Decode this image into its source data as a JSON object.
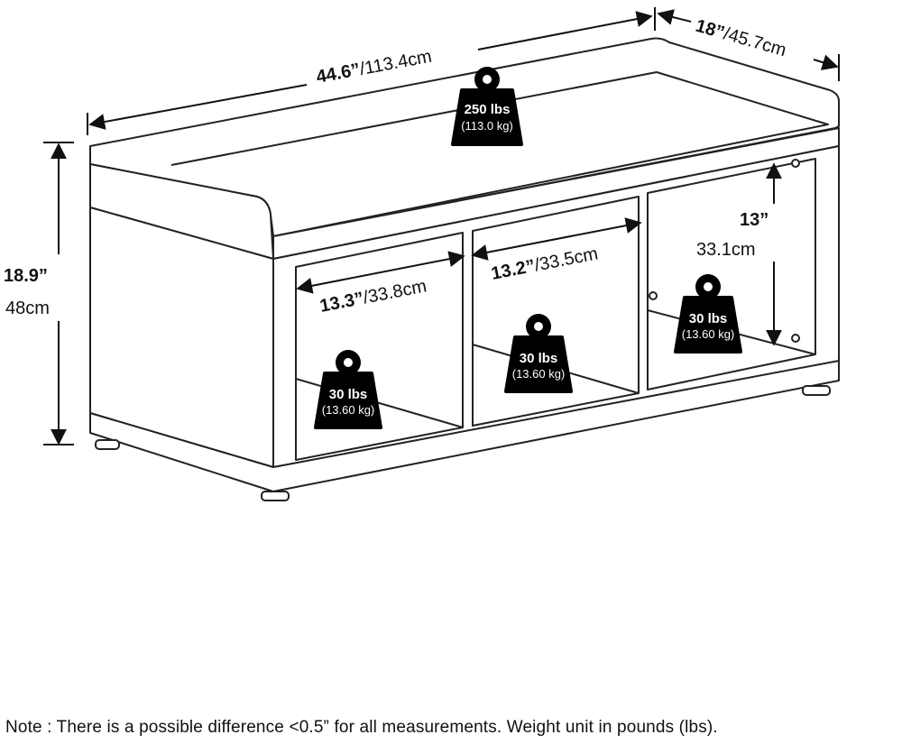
{
  "dimensions": {
    "width": {
      "in": "44.6”",
      "cm": "/113.4cm"
    },
    "depth": {
      "in": "18”",
      "cm": "/45.7cm"
    },
    "height": {
      "in": "18.9”",
      "cm": "48cm"
    },
    "cube_left_width": {
      "in": "13.3”",
      "cm": "/33.8cm"
    },
    "cube_middle_width": {
      "in": "13.2”",
      "cm": "/33.5cm"
    },
    "cube_height": {
      "in": "13”",
      "cm": "33.1cm"
    }
  },
  "weights": {
    "top": {
      "lbs": "250 lbs",
      "kg": "(113.0 kg)"
    },
    "cube_left": {
      "lbs": "30 lbs",
      "kg": "(13.60 kg)"
    },
    "cube_middle": {
      "lbs": "30 lbs",
      "kg": "(13.60 kg)"
    },
    "cube_right": {
      "lbs": "30 lbs",
      "kg": "(13.60 kg)"
    }
  },
  "note": "Note : There is a possible difference <0.5” for all measurements. Weight unit in pounds (lbs).",
  "colors": {
    "line": "#222222",
    "weight_fill": "#000000"
  }
}
